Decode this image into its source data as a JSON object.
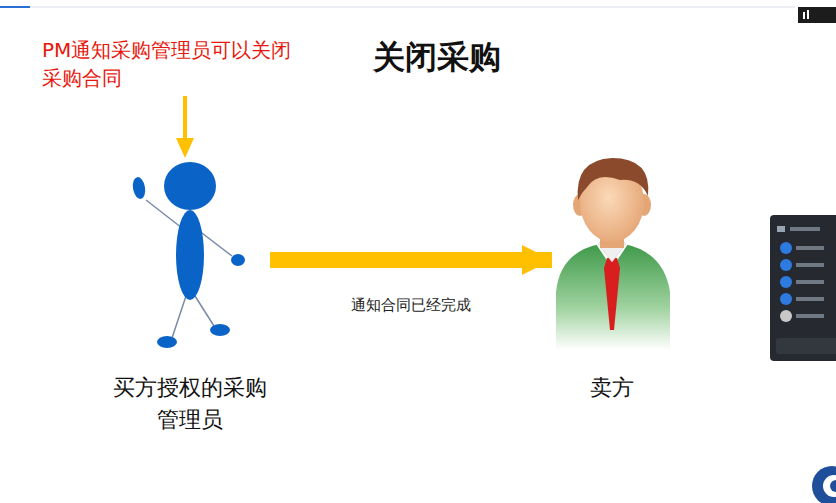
{
  "diagram": {
    "title": "关闭采购",
    "nodes": [
      {
        "text": [
          "买方授权的采购管理员"
        ]
      },
      {
        "text": [
          "卖方"
        ]
      }
    ],
    "edges": [
      {
        "from": 0,
        "to": 1,
        "arrow": "to",
        "label": "通知合同已经完成"
      }
    ],
    "labels": [
      "PM通知采购管理员可以关闭采购合同"
    ]
  }
}
